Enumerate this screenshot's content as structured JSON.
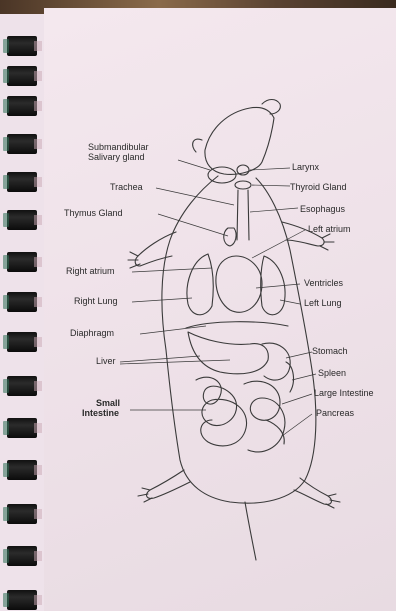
{
  "labels": {
    "submandibular": "Submandibular",
    "salivary_gland": "Salivary gland",
    "trachea": "Trachea",
    "thymus_gland": "Thymus Gland",
    "right_atrium": "Right atrium",
    "right_lung": "Right Lung",
    "diaphragm": "Diaphragm",
    "liver": "Liver",
    "small_intestine_1": "Small",
    "small_intestine_2": "Intestine",
    "larynx": "Larynx",
    "thyroid_gland": "Thyroid Gland",
    "esophagus": "Esophagus",
    "left_atrium": "Left atrium",
    "ventricles": "Ventricles",
    "left_lung": "Left Lung",
    "stomach": "Stomach",
    "spleen": "Spleen",
    "large_intestine": "Large Intestine",
    "pancreas": "Pancreas"
  },
  "colors": {
    "ink": "#2a2a2a",
    "paper": "#f1e5ec"
  }
}
